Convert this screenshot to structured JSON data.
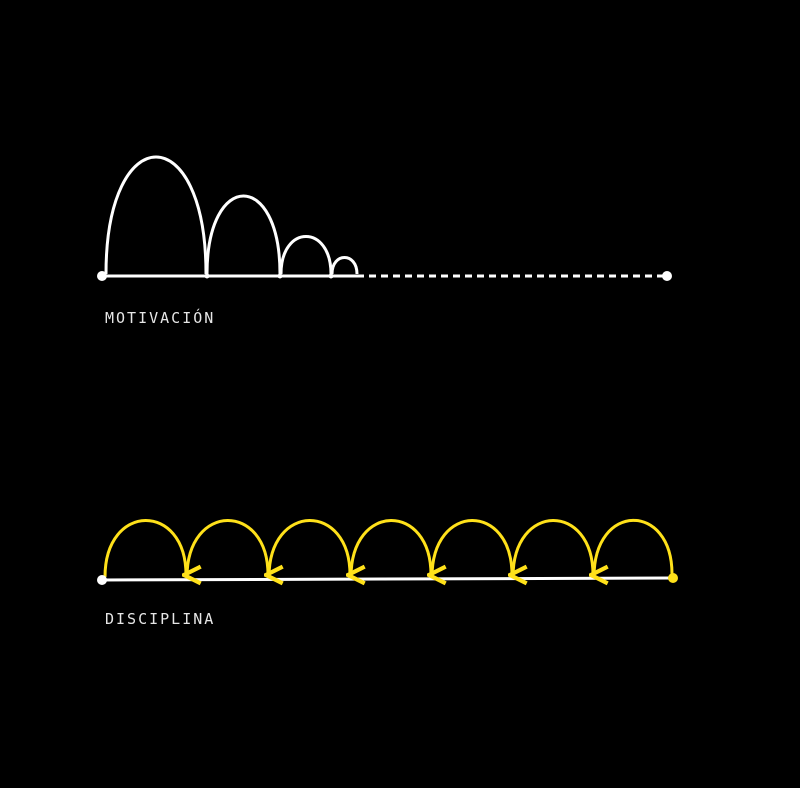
{
  "colors": {
    "background": "#000000",
    "line": "#ffffff",
    "arc_motivation": "#ffffff",
    "arc_discipline": "#ffe11a",
    "label": "#e6e6e6"
  },
  "motivation": {
    "label": "MOTIVACIÓN",
    "bounces": 4,
    "trend": "decreasing",
    "line_after_bounces": "dashed"
  },
  "discipline": {
    "label": "DISCIPLINA",
    "bounces": 7,
    "trend": "constant",
    "line": "solid"
  }
}
